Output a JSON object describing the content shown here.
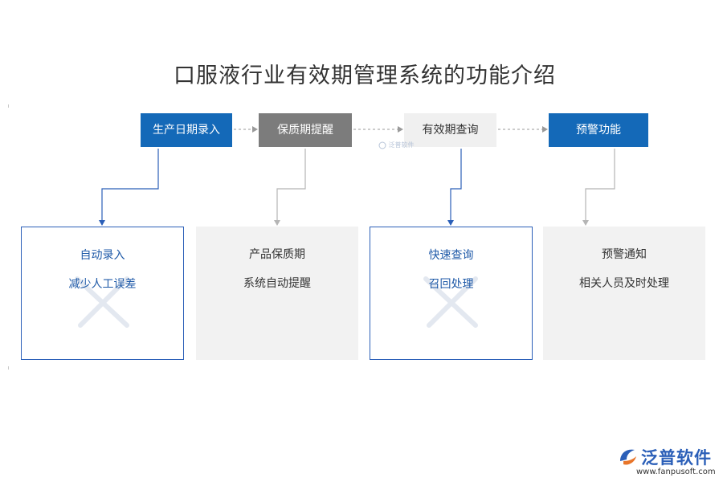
{
  "title": "口服液行业有效期管理系统的功能介绍",
  "steps": [
    {
      "label": "生产日期录入"
    },
    {
      "label": "保质期提醒"
    },
    {
      "label": "有效期查询"
    },
    {
      "label": "预警功能"
    }
  ],
  "cards": [
    {
      "line1": "自动录入",
      "line2": "减少人工误差"
    },
    {
      "line1": "产品保质期",
      "line2": "系统自动提醒"
    },
    {
      "line1": "快速查询",
      "line2": "召回处理"
    },
    {
      "line1": "预警通知",
      "line2": "相关人员及时处理"
    }
  ],
  "watermark": {
    "center_text": "泛普软件"
  },
  "brand": {
    "name": "泛普软件",
    "url": "www.fanpusoft.com"
  },
  "colors": {
    "blue": "#1469b8",
    "gray": "#7c7c7c",
    "light": "#f0f0f0",
    "accent": "#2b5fb8"
  }
}
